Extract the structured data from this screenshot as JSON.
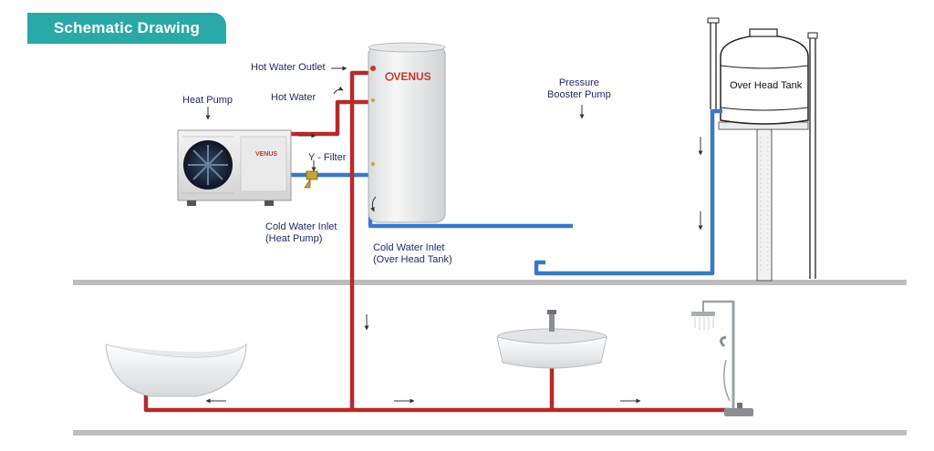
{
  "header": {
    "title": "Schematic Drawing"
  },
  "labels": {
    "hot_water_outlet": "Hot Water Outlet",
    "hot_water": "Hot Water",
    "heat_pump": "Heat Pump",
    "y_filter": "Y - Filter",
    "cold_inlet_hp_line1": "Cold Water Inlet",
    "cold_inlet_hp_line2": "(Heat Pump)",
    "cold_inlet_oht_line1": "Cold Water Inlet",
    "cold_inlet_oht_line2": "(Over Head Tank)",
    "booster_line1": "Pressure",
    "booster_line2": "Booster Pump",
    "over_head_tank": "Over Head Tank"
  },
  "branding": {
    "tank_logo": "VENUS",
    "heat_pump_logo": "VENUS"
  },
  "colors": {
    "hot_pipe": "#b52a2a",
    "cold_pipe": "#3a78c8",
    "title_bg": "#2aa8a8",
    "floor": "#bdbdbd",
    "label_text": "#1e2b6b"
  }
}
